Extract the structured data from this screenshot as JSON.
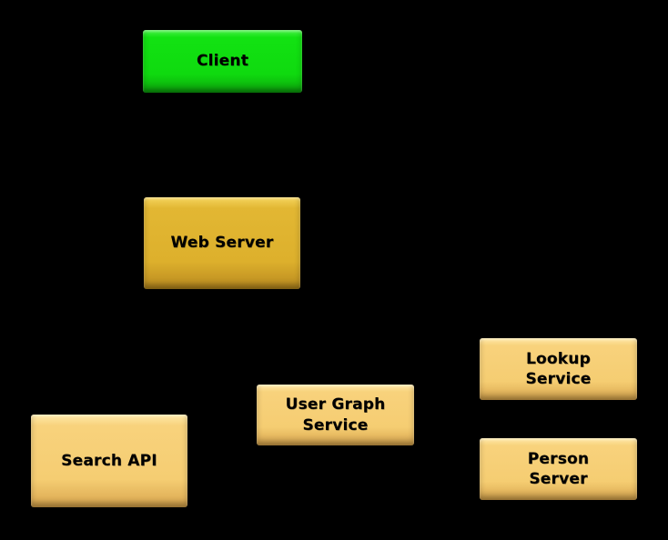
{
  "diagram": {
    "type": "architecture-diagram",
    "background_color": "#000000",
    "node_text_color": "#000000",
    "colors": {
      "client_green": "#12E212",
      "web_server_gold": "#E0B42F",
      "service_tan": "#F7D077"
    },
    "nodes": [
      {
        "id": "client",
        "label": "Client",
        "fill": "#12E212"
      },
      {
        "id": "web-server",
        "label": "Web Server",
        "fill": "#E0B42F"
      },
      {
        "id": "search-api",
        "label": "Search API",
        "fill": "#F7D077"
      },
      {
        "id": "user-graph-service",
        "label": "User Graph\nService",
        "fill": "#F7D077"
      },
      {
        "id": "lookup-service",
        "label": "Lookup\nService",
        "fill": "#F7D077"
      },
      {
        "id": "person-server",
        "label": "Person\nServer",
        "fill": "#F7D077"
      }
    ],
    "edges": []
  }
}
